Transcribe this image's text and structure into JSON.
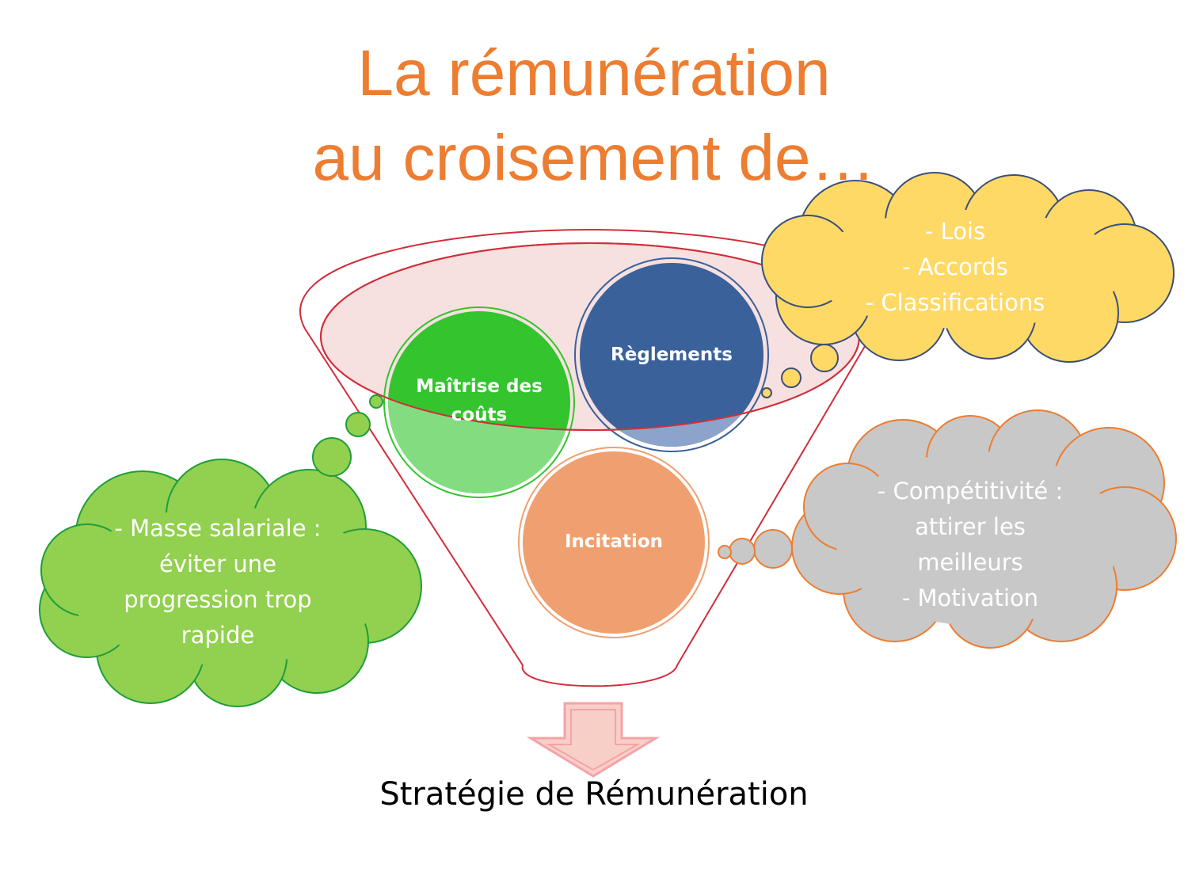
{
  "title": {
    "line1": "La rémunération",
    "line2": "au croisement de…"
  },
  "bubbles": {
    "costs": {
      "label": "Maîtrise des coûts",
      "color": "#33C42E"
    },
    "rules": {
      "label": "Règlements",
      "color": "#3A6199"
    },
    "incentive": {
      "label": "Incitation",
      "color": "#F0A070"
    }
  },
  "clouds": {
    "rules": {
      "lines": [
        "- Lois",
        "- Accords",
        "- Classifications"
      ],
      "color": "#FFD966"
    },
    "costs": {
      "lines": [
        "- Masse salariale :",
        "éviter une",
        "progression trop",
        "rapide"
      ],
      "color": "#92D050"
    },
    "incentive": {
      "lines": [
        "- Compétitivité :",
        "attirer les",
        "meilleurs",
        "- Motivation"
      ],
      "color": "#C8C8C8"
    }
  },
  "outcome": "Stratégie de Rémunération",
  "colors": {
    "title": "#ED7D31",
    "funnel": "#D12E3A",
    "arrow": "#F4A3A8"
  }
}
